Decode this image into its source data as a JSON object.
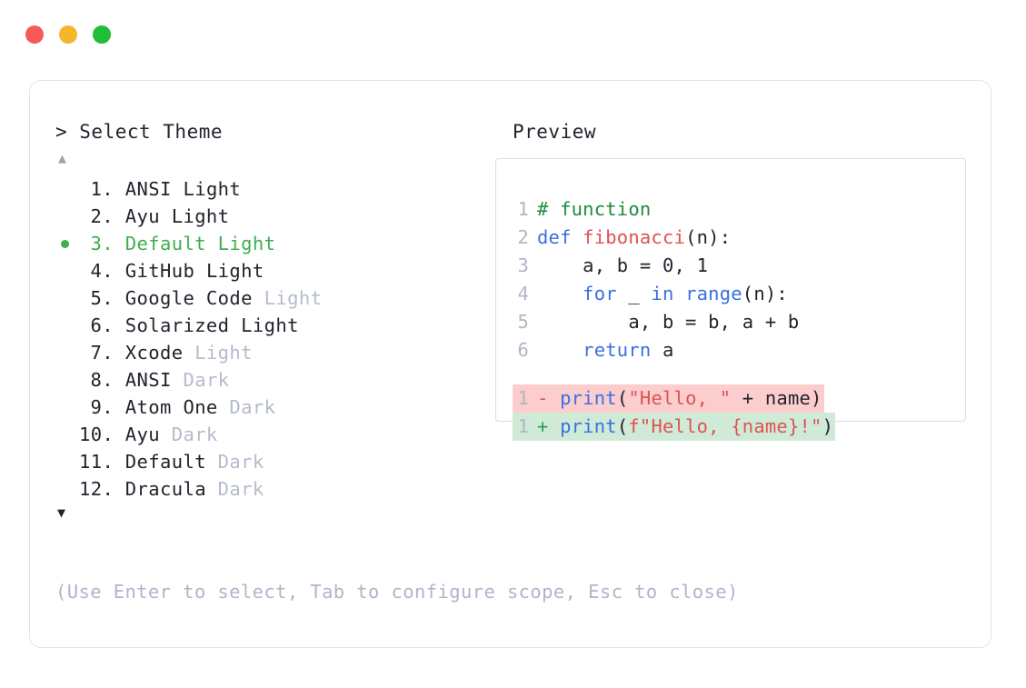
{
  "window": {
    "dots": [
      {
        "name": "close-dot",
        "color": "#f45b56"
      },
      {
        "name": "minimize-dot",
        "color": "#f5b62b"
      },
      {
        "name": "maximize-dot",
        "color": "#22be38"
      }
    ]
  },
  "panel": {
    "prompt_title": "> Select Theme",
    "preview_title": "Preview",
    "scroll_up_icon": "▲",
    "scroll_down_icon": "▼",
    "hint": "(Use Enter to select, Tab to configure scope, Esc to close)",
    "selected_index": 3,
    "selected_bullet_color": "#3fae4e"
  },
  "themes": [
    {
      "num": "1.",
      "name": "ANSI",
      "variant": "Light",
      "variant_muted": false,
      "selected": false
    },
    {
      "num": "2.",
      "name": "Ayu",
      "variant": "Light",
      "variant_muted": false,
      "selected": false
    },
    {
      "num": "3.",
      "name": "Default",
      "variant": "Light",
      "variant_muted": false,
      "selected": true
    },
    {
      "num": "4.",
      "name": "GitHub",
      "variant": "Light",
      "variant_muted": false,
      "selected": false
    },
    {
      "num": "5.",
      "name": "Google Code",
      "variant": "Light",
      "variant_muted": true,
      "selected": false
    },
    {
      "num": "6.",
      "name": "Solarized",
      "variant": "Light",
      "variant_muted": false,
      "selected": false
    },
    {
      "num": "7.",
      "name": "Xcode",
      "variant": "Light",
      "variant_muted": true,
      "selected": false
    },
    {
      "num": "8.",
      "name": "ANSI",
      "variant": "Dark",
      "variant_muted": true,
      "selected": false
    },
    {
      "num": "9.",
      "name": "Atom One",
      "variant": "Dark",
      "variant_muted": true,
      "selected": false
    },
    {
      "num": "10.",
      "name": "Ayu",
      "variant": "Dark",
      "variant_muted": true,
      "selected": false
    },
    {
      "num": "11.",
      "name": "Default",
      "variant": "Dark",
      "variant_muted": true,
      "selected": false
    },
    {
      "num": "12.",
      "name": "Dracula",
      "variant": "Dark",
      "variant_muted": true,
      "selected": false
    }
  ],
  "preview": {
    "code_lines": [
      {
        "ln": "1",
        "tokens": [
          {
            "t": "# function",
            "c": "com"
          }
        ]
      },
      {
        "ln": "2",
        "tokens": [
          {
            "t": "def ",
            "c": "kw"
          },
          {
            "t": "fibonacci",
            "c": "fn"
          },
          {
            "t": "(n):",
            "c": "plain"
          }
        ]
      },
      {
        "ln": "3",
        "tokens": [
          {
            "t": "    a, b = 0, 1",
            "c": "plain"
          }
        ]
      },
      {
        "ln": "4",
        "tokens": [
          {
            "t": "    ",
            "c": "plain"
          },
          {
            "t": "for",
            "c": "kw"
          },
          {
            "t": " _ ",
            "c": "plain"
          },
          {
            "t": "in range",
            "c": "kw"
          },
          {
            "t": "(n):",
            "c": "plain"
          }
        ]
      },
      {
        "ln": "5",
        "tokens": [
          {
            "t": "        a, b = b, a + b",
            "c": "plain"
          }
        ]
      },
      {
        "ln": "6",
        "tokens": [
          {
            "t": "    ",
            "c": "plain"
          },
          {
            "t": "return",
            "c": "kw"
          },
          {
            "t": " a",
            "c": "plain"
          }
        ]
      }
    ],
    "diff_lines": [
      {
        "kind": "del",
        "ln": "1",
        "mark": "-",
        "tokens": [
          {
            "t": "print",
            "c": "kw"
          },
          {
            "t": "(",
            "c": "plain"
          },
          {
            "t": "\"Hello, \"",
            "c": "str"
          },
          {
            "t": " + name)",
            "c": "plain"
          }
        ]
      },
      {
        "kind": "add",
        "ln": "1",
        "mark": "+",
        "tokens": [
          {
            "t": "print",
            "c": "kw"
          },
          {
            "t": "(",
            "c": "plain"
          },
          {
            "t": "f\"Hello, {name}!\"",
            "c": "str"
          },
          {
            "t": ")",
            "c": "plain"
          }
        ]
      }
    ]
  }
}
